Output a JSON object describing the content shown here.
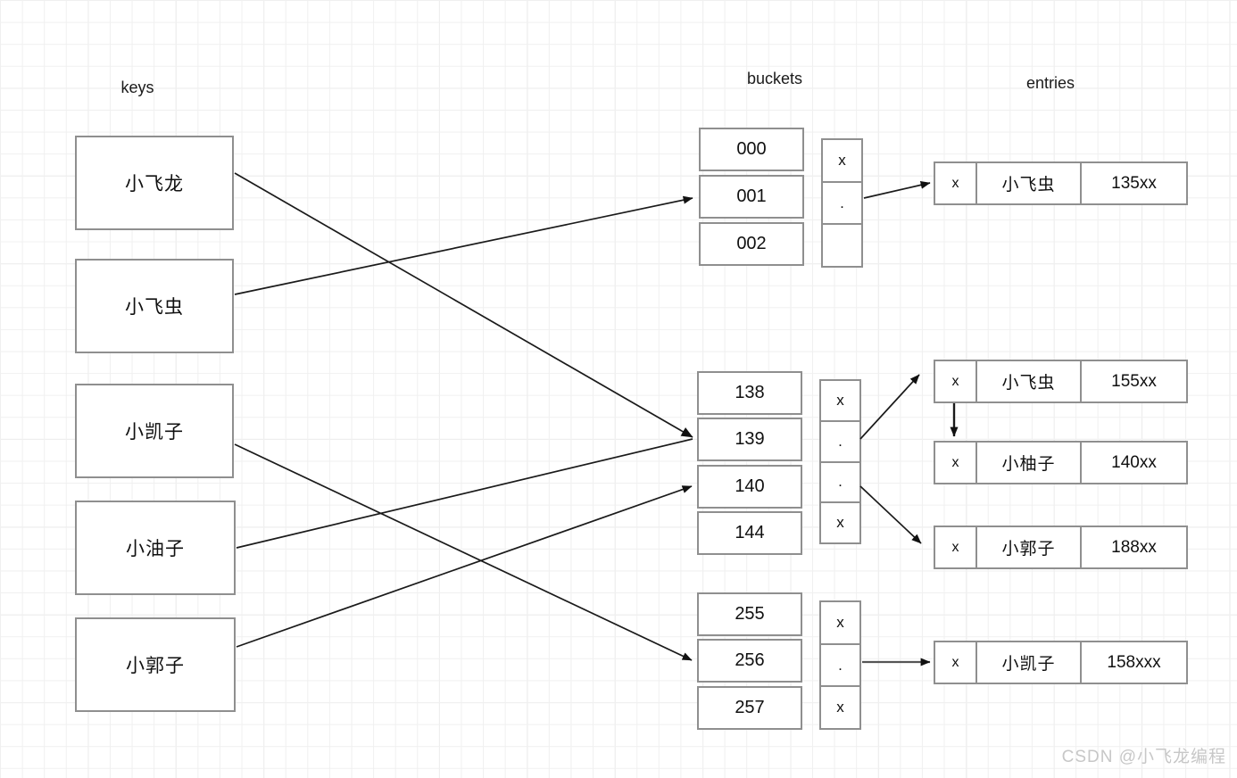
{
  "diagram": {
    "title_keys": "keys",
    "title_buckets": "buckets",
    "title_entries": "entries",
    "watermark": "CSDN @小飞龙编程"
  },
  "keys": [
    {
      "label": "小飞龙"
    },
    {
      "label": "小飞虫"
    },
    {
      "label": "小凯子"
    },
    {
      "label": "小油子"
    },
    {
      "label": "小郭子"
    }
  ],
  "bucket_groups": [
    {
      "id": "group-top",
      "buckets": [
        {
          "label": "000"
        },
        {
          "label": "001"
        },
        {
          "label": "002"
        }
      ],
      "pointers": [
        {
          "label": "x"
        },
        {
          "label": "."
        },
        {
          "label": ""
        }
      ]
    },
    {
      "id": "group-middle",
      "buckets": [
        {
          "label": "138"
        },
        {
          "label": "139"
        },
        {
          "label": "140"
        },
        {
          "label": "144"
        }
      ],
      "pointers": [
        {
          "label": "x"
        },
        {
          "label": "."
        },
        {
          "label": "."
        },
        {
          "label": "x"
        }
      ]
    },
    {
      "id": "group-bottom",
      "buckets": [
        {
          "label": "255"
        },
        {
          "label": "256"
        },
        {
          "label": "257"
        }
      ],
      "pointers": [
        {
          "label": "x"
        },
        {
          "label": "."
        },
        {
          "label": "x"
        }
      ]
    }
  ],
  "entries": [
    {
      "flag": "x",
      "name": "小飞虫",
      "value": "135xx"
    },
    {
      "flag": "x",
      "name": "小飞虫",
      "value": "155xx"
    },
    {
      "flag": "x",
      "name": "小柚子",
      "value": "140xx"
    },
    {
      "flag": "x",
      "name": "小郭子",
      "value": "188xx"
    },
    {
      "flag": "x",
      "name": "小凯子",
      "value": "158xxx"
    }
  ],
  "colors": {
    "box_border": "#8f8f8f",
    "line": "#1a1a1a",
    "grid_minor": "#f0f0f0",
    "grid_major": "#e2e2e2",
    "watermark": "#c7c7c7"
  }
}
